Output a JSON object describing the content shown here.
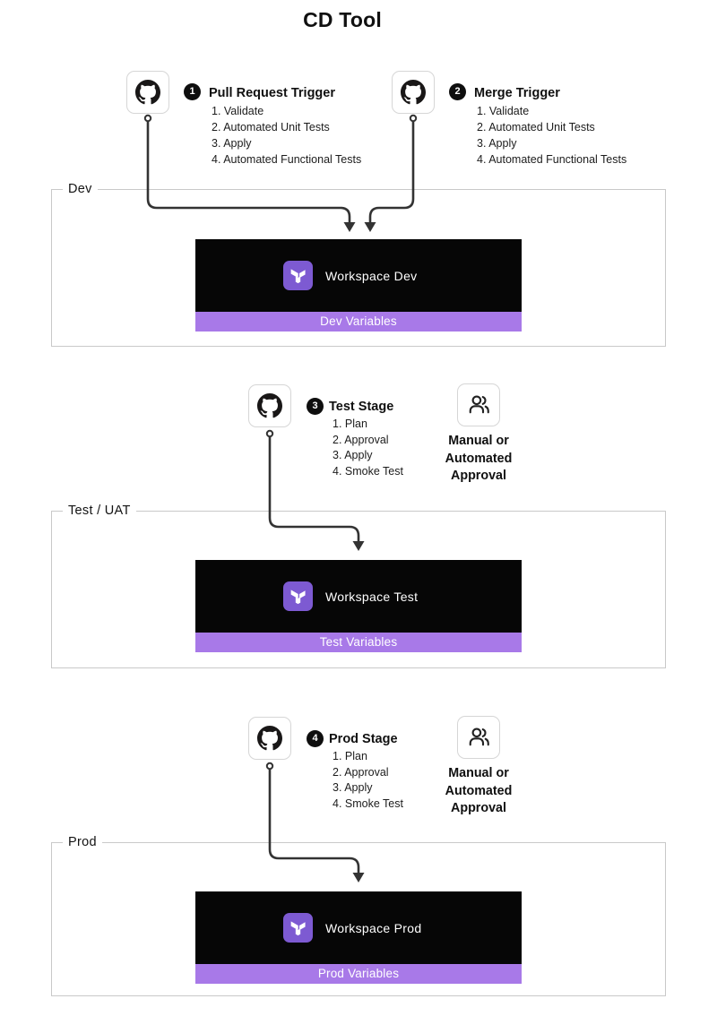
{
  "title": "CD Tool",
  "triggers": [
    {
      "badge": "1",
      "title": "Pull Request Trigger",
      "steps": [
        "1. Validate",
        "2. Automated Unit Tests",
        "3. Apply",
        "4. Automated Functional Tests"
      ]
    },
    {
      "badge": "2",
      "title": "Merge Trigger",
      "steps": [
        "1. Validate",
        "2. Automated Unit Tests",
        "3. Apply",
        "4. Automated Functional Tests"
      ]
    }
  ],
  "stages": [
    {
      "badge": "3",
      "title": "Test Stage",
      "steps": [
        "1. Plan",
        "2. Approval",
        "3. Apply",
        "4. Smoke Test"
      ],
      "approval_label": "Manual or Automated Approval"
    },
    {
      "badge": "4",
      "title": "Prod Stage",
      "steps": [
        "1. Plan",
        "2. Approval",
        "3. Apply",
        "4. Smoke Test"
      ],
      "approval_label": "Manual or Automated Approval"
    }
  ],
  "environments": [
    {
      "label": "Dev",
      "workspace_title": "Workspace Dev",
      "variables_label": "Dev Variables"
    },
    {
      "label": "Test / UAT",
      "workspace_title": "Workspace Test",
      "variables_label": "Test Variables"
    },
    {
      "label": "Prod",
      "workspace_title": "Workspace Prod",
      "variables_label": "Prod Variables"
    }
  ],
  "icons": {
    "source_node": "github-octocat-icon",
    "workspace": "terraform-icon",
    "approval": "people-icon"
  },
  "colors": {
    "terraform_purple": "#7D5AD2",
    "variables_bar_purple": "#A879E8",
    "workspace_black": "#060606",
    "connector_gray": "#333333"
  }
}
